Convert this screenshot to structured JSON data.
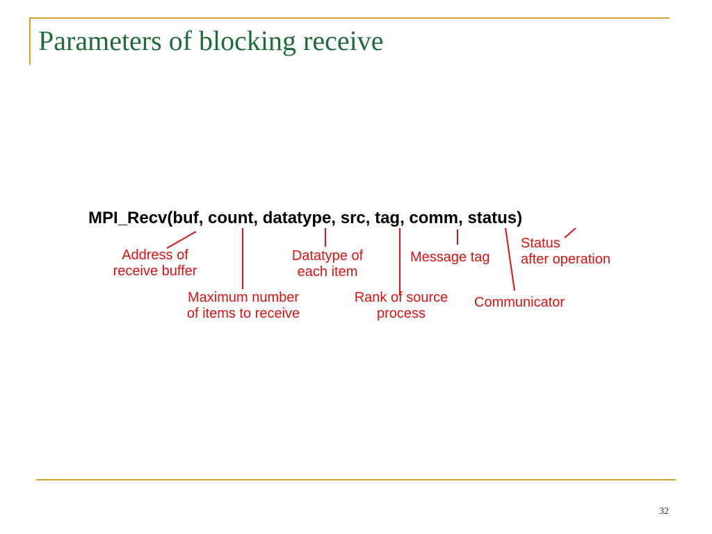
{
  "slide": {
    "title": "Parameters of blocking receive",
    "page_number": "32"
  },
  "function_call": "MPI_Recv(buf, count, datatype, src, tag, comm, status)",
  "annotations": {
    "buf": [
      "Address of",
      "receive buffer"
    ],
    "count": [
      "Maximum number",
      "of items to receive"
    ],
    "datatype": [
      "Datatype of",
      "each item"
    ],
    "src": [
      "Rank of source",
      "process"
    ],
    "tag": [
      "Message tag"
    ],
    "comm": [
      "Communicator"
    ],
    "status": [
      "Status",
      "after operation"
    ]
  },
  "colors": {
    "title": "#1f6b3a",
    "accent_rule": "#d4a52a",
    "annotation": "#e01010",
    "body_text": "#000000"
  }
}
